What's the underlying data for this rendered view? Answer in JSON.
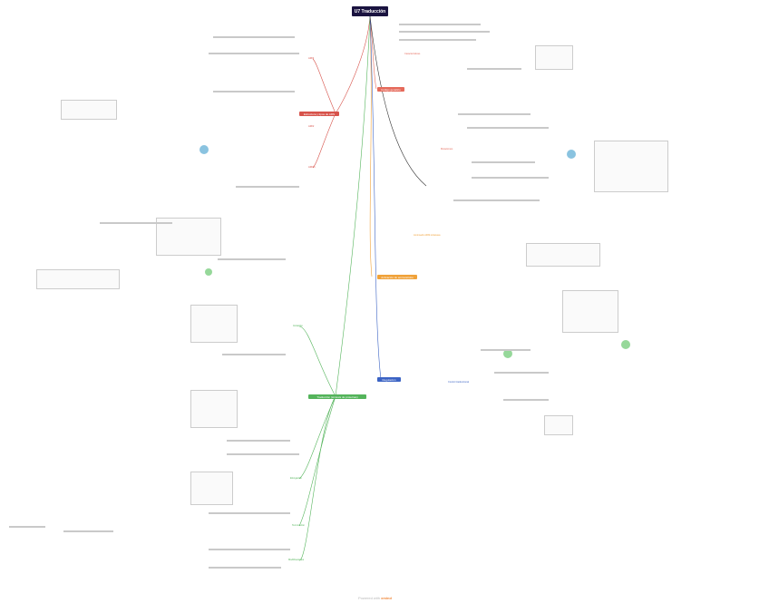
{
  "root": {
    "title": "U7 Traducción"
  },
  "branches": [
    {
      "id": "estructura",
      "label": "Estructura y tipos de ARN",
      "color": "#d7534b"
    },
    {
      "id": "codigo",
      "label": "Código genético",
      "color": "#e56a5b"
    },
    {
      "id": "activacion",
      "label": "Activación de aminoácidos",
      "color": "#f0a23a"
    },
    {
      "id": "traduccion",
      "label": "Traducción (síntesis de proteínas)",
      "color": "#54b45b"
    },
    {
      "id": "regulacion",
      "label": "Regulación",
      "color": "#3b63c4"
    }
  ],
  "subs": {
    "estructura_a": "ARNt",
    "estructura_b": "ARNr",
    "estructura_c": "ARNm",
    "codigo_a": "Características",
    "codigo_b": "Mutaciones",
    "activacion_a": "Aminoacil-ARNt sintetasa",
    "traduccion_a": "Iniciación",
    "traduccion_b": "Elongación",
    "traduccion_c": "Terminación",
    "traduccion_d": "Modificaciones",
    "regulacion_a": "Control traduccional"
  },
  "footer": {
    "prefix": "Powered with",
    "brand": "xmind"
  }
}
